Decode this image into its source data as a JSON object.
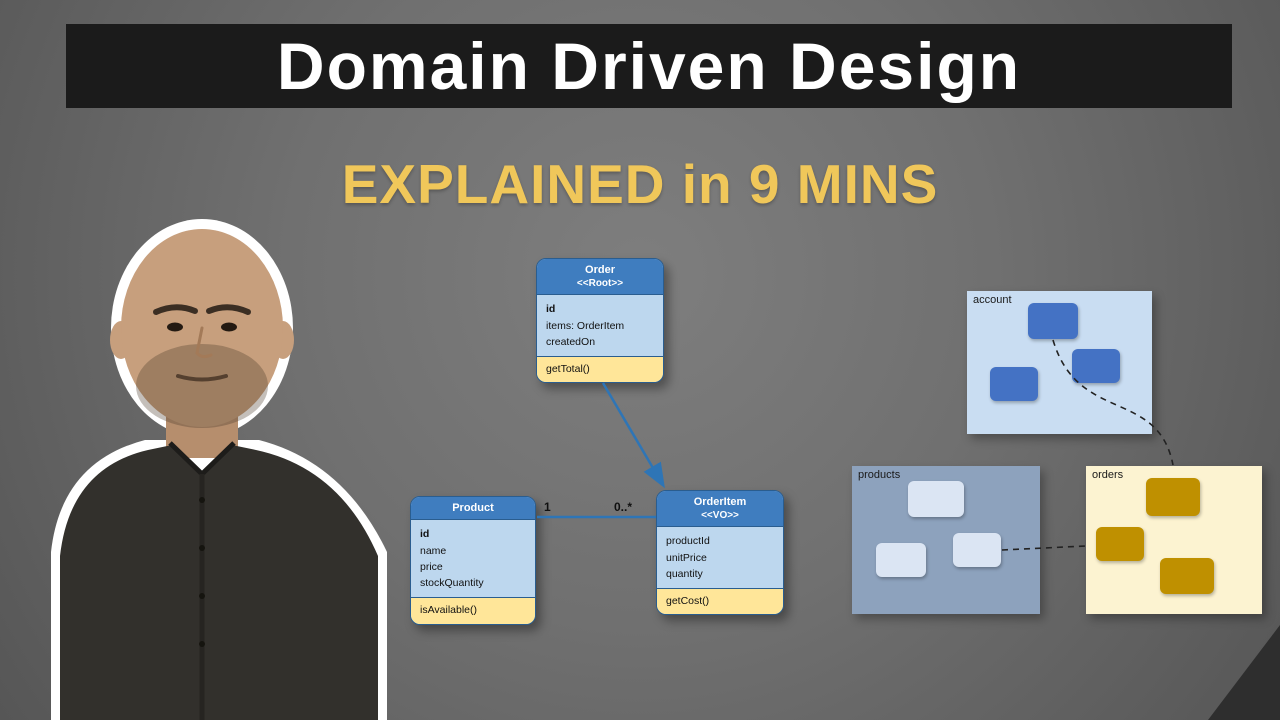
{
  "title": {
    "text": "Domain Driven Design"
  },
  "subtitle": {
    "text": "EXPLAINED in 9 MINS"
  },
  "uml": {
    "order": {
      "name": "Order",
      "stereotype": "<<Root>>",
      "attributes": [
        "id",
        "items: OrderItem",
        "createdOn"
      ],
      "methods": [
        "getTotal()"
      ]
    },
    "product": {
      "name": "Product",
      "attributes": [
        "id",
        "name",
        "price",
        "stockQuantity"
      ],
      "methods": [
        "isAvailable()"
      ]
    },
    "order_item": {
      "name": "OrderItem",
      "stereotype": "<<VO>>",
      "attributes": [
        "productId",
        "unitPrice",
        "quantity"
      ],
      "methods": [
        "getCost()"
      ]
    },
    "association": {
      "product_end": "1",
      "orderitem_end": "0..*"
    }
  },
  "contexts": {
    "account": {
      "label": "account"
    },
    "products": {
      "label": "products"
    },
    "orders": {
      "label": "orders"
    }
  },
  "colors": {
    "banner_bg": "#1b1b1b",
    "title_text": "#ffffff",
    "subtitle_text": "#f0c75a",
    "uml_header": "#3f7dbf",
    "uml_body": "#bdd7ee",
    "uml_method_bg": "#ffe699",
    "uml_border": "#2a5d8f",
    "uml_line": "#2e75b6",
    "account_bg": "#c9ddf2",
    "account_item": "#4472c4",
    "products_bg": "#8da2bd",
    "products_item": "#dbe5f3",
    "orders_bg": "#fcf3d1",
    "orders_item": "#bf9000"
  }
}
